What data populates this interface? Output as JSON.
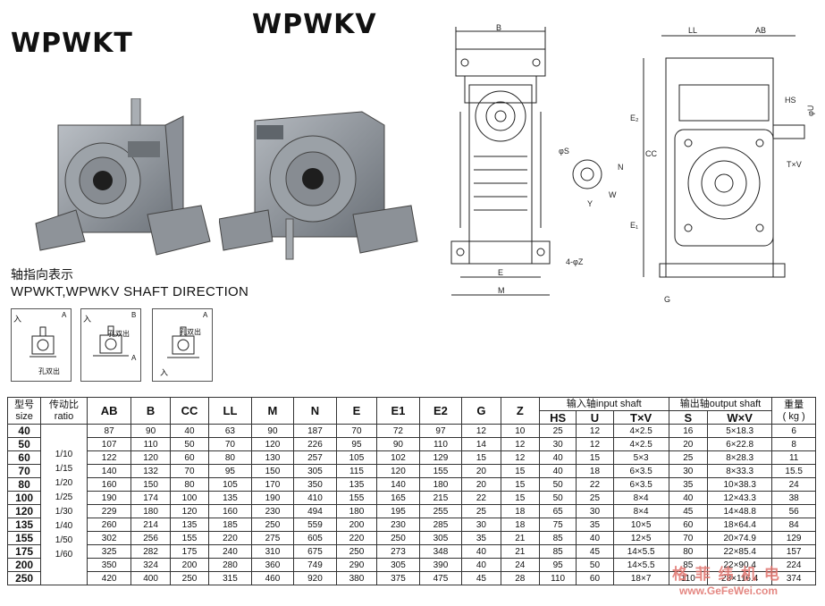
{
  "titles": {
    "left": "WPWKT",
    "center": "WPWKV"
  },
  "shaft_direction": {
    "title_cn": "轴指向表示",
    "title_en": "WPWKT,WPWKV  SHAFT DIRECTION",
    "diagrams": [
      {
        "label_in": "入",
        "label_a": "A",
        "label_b": "",
        "note": "孔双出"
      },
      {
        "label_in": "入",
        "label_a": "A",
        "label_b": "B",
        "note": "孔双出"
      },
      {
        "label_in": "入",
        "label_a": "A",
        "label_b": "",
        "note": "孔双出"
      }
    ]
  },
  "drawing_labels": {
    "front": {
      "B": "B",
      "phiS": "φS",
      "N": "N",
      "W": "W",
      "Y": "Y",
      "E": "E",
      "M": "M",
      "Z": "4-φZ"
    },
    "side": {
      "LL": "LL",
      "AB": "AB",
      "HS": "HS",
      "U": "φU",
      "E2": "E₂",
      "CC": "CC",
      "E1": "E₁",
      "TxV": "T×V",
      "G": "G"
    }
  },
  "table": {
    "headers": {
      "size_cn": "型号",
      "size_en": "size",
      "ratio_cn": "传动比",
      "ratio_en": "ratio",
      "cols": [
        "AB",
        "B",
        "CC",
        "LL",
        "M",
        "N",
        "E",
        "E1",
        "E2",
        "G",
        "Z"
      ],
      "input_group": "输入轴input shaft",
      "input_cols": [
        "HS",
        "U",
        "T×V"
      ],
      "output_group": "输出轴output shaft",
      "output_cols": [
        "S",
        "W×V"
      ],
      "weight_cn": "重量",
      "weight_en": "( kg )"
    },
    "ratios": [
      "1/10",
      "1/15",
      "1/20",
      "1/25",
      "1/30",
      "1/40",
      "1/50",
      "1/60"
    ],
    "rows": [
      [
        "40",
        "87",
        "90",
        "40",
        "63",
        "90",
        "187",
        "70",
        "72",
        "97",
        "12",
        "10",
        "25",
        "12",
        "4×2.5",
        "16",
        "5×18.3",
        "6"
      ],
      [
        "50",
        "107",
        "110",
        "50",
        "70",
        "120",
        "226",
        "95",
        "90",
        "110",
        "14",
        "12",
        "30",
        "12",
        "4×2.5",
        "20",
        "6×22.8",
        "8"
      ],
      [
        "60",
        "122",
        "120",
        "60",
        "80",
        "130",
        "257",
        "105",
        "102",
        "129",
        "15",
        "12",
        "40",
        "15",
        "5×3",
        "25",
        "8×28.3",
        "11"
      ],
      [
        "70",
        "140",
        "132",
        "70",
        "95",
        "150",
        "305",
        "115",
        "120",
        "155",
        "20",
        "15",
        "40",
        "18",
        "6×3.5",
        "30",
        "8×33.3",
        "15.5"
      ],
      [
        "80",
        "160",
        "150",
        "80",
        "105",
        "170",
        "350",
        "135",
        "140",
        "180",
        "20",
        "15",
        "50",
        "22",
        "6×3.5",
        "35",
        "10×38.3",
        "24"
      ],
      [
        "100",
        "190",
        "174",
        "100",
        "135",
        "190",
        "410",
        "155",
        "165",
        "215",
        "22",
        "15",
        "50",
        "25",
        "8×4",
        "40",
        "12×43.3",
        "38"
      ],
      [
        "120",
        "229",
        "180",
        "120",
        "160",
        "230",
        "494",
        "180",
        "195",
        "255",
        "25",
        "18",
        "65",
        "30",
        "8×4",
        "45",
        "14×48.8",
        "56"
      ],
      [
        "135",
        "260",
        "214",
        "135",
        "185",
        "250",
        "559",
        "200",
        "230",
        "285",
        "30",
        "18",
        "75",
        "35",
        "10×5",
        "60",
        "18×64.4",
        "84"
      ],
      [
        "155",
        "302",
        "256",
        "155",
        "220",
        "275",
        "605",
        "220",
        "250",
        "305",
        "35",
        "21",
        "85",
        "40",
        "12×5",
        "70",
        "20×74.9",
        "129"
      ],
      [
        "175",
        "325",
        "282",
        "175",
        "240",
        "310",
        "675",
        "250",
        "273",
        "348",
        "40",
        "21",
        "85",
        "45",
        "14×5.5",
        "80",
        "22×85.4",
        "157"
      ],
      [
        "200",
        "350",
        "324",
        "200",
        "280",
        "360",
        "749",
        "290",
        "305",
        "390",
        "40",
        "24",
        "95",
        "50",
        "14×5.5",
        "85",
        "22×90.4",
        "224"
      ],
      [
        "250",
        "420",
        "400",
        "250",
        "315",
        "460",
        "920",
        "380",
        "375",
        "475",
        "45",
        "28",
        "110",
        "60",
        "18×7",
        "110",
        "28×116.4",
        "374"
      ]
    ]
  },
  "watermark": {
    "cn": "格 菲 纬 机 电",
    "url": "www.GeFeWei.com"
  }
}
